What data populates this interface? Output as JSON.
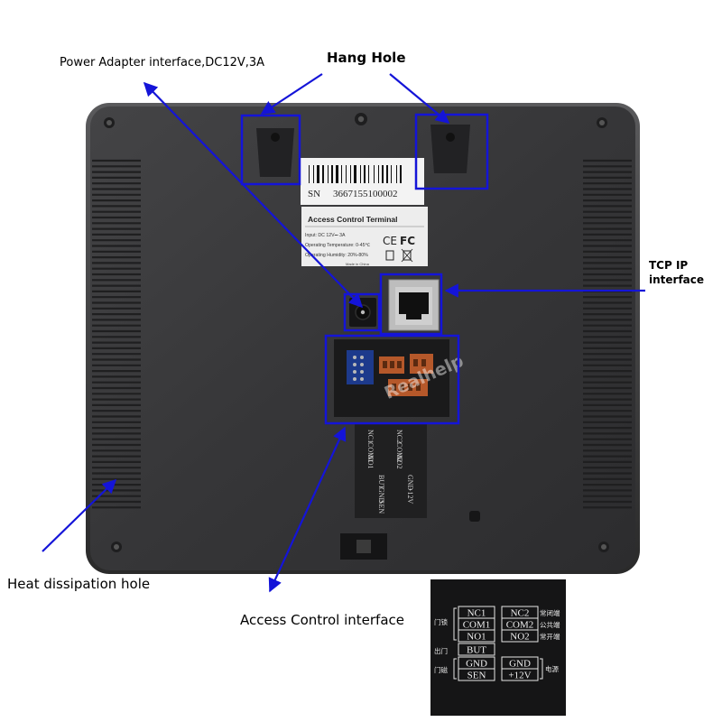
{
  "labels": {
    "power_adapter": "Power Adapter interface,DC12V,3A",
    "hang_hole": "Hang Hole",
    "tcp_ip_line1": "TCP IP",
    "tcp_ip_line2": "interface",
    "heat_dissipation": "Heat dissipation hole",
    "access_control": "Access Control interface"
  },
  "device": {
    "serial_prefix": "SN",
    "serial_number": "3667155100002",
    "sticker_title": "Access Control Terminal",
    "spec_input": "Input:  DC 12V⎓ 3A",
    "spec_temp": "Operating Temperature: 0-45℃",
    "spec_humidity": "Operating Humidity: 20%-80%",
    "made_in": "Made in China",
    "ce_mark": "CE",
    "fc_mark": "FC",
    "watermark": "Realhelp"
  },
  "terminal_legend": {
    "left_col": [
      "NC1",
      "COM1",
      "NO1",
      "BUT",
      "GND",
      "SEN"
    ],
    "right_col": [
      "NC2",
      "COM2",
      "NO2",
      "GND",
      "+12V"
    ],
    "left_groups": [
      "门锁",
      "出门",
      "门磁"
    ],
    "right_desc": [
      "常闭端",
      "公共端",
      "常开端",
      "电源"
    ]
  },
  "colors": {
    "annotation_blue": "#1414d8",
    "device_body": "#3a3a3c",
    "background": "#ffffff"
  }
}
